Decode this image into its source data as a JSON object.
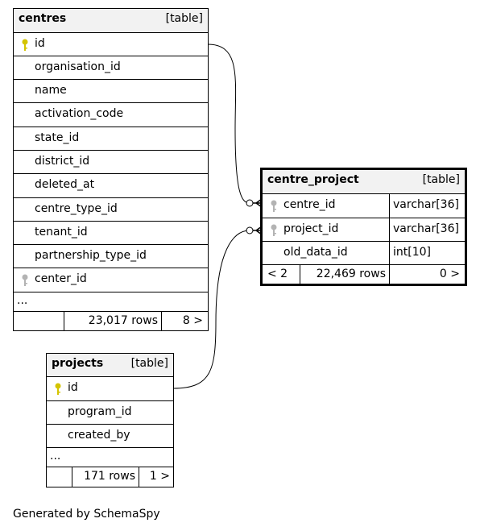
{
  "tables": {
    "centres": {
      "name": "centres",
      "type_label": "[table]",
      "columns": [
        {
          "name": "id",
          "key": "primary"
        },
        {
          "name": "organisation_id",
          "key": ""
        },
        {
          "name": "name",
          "key": ""
        },
        {
          "name": "activation_code",
          "key": ""
        },
        {
          "name": "state_id",
          "key": ""
        },
        {
          "name": "district_id",
          "key": ""
        },
        {
          "name": "deleted_at",
          "key": ""
        },
        {
          "name": "centre_type_id",
          "key": ""
        },
        {
          "name": "tenant_id",
          "key": ""
        },
        {
          "name": "partnership_type_id",
          "key": ""
        },
        {
          "name": "center_id",
          "key": "foreign"
        }
      ],
      "more": "...",
      "rows": "23,017 rows",
      "children": "8 >"
    },
    "centre_project": {
      "name": "centre_project",
      "type_label": "[table]",
      "columns": [
        {
          "name": "centre_id",
          "type": "varchar[36]",
          "key": "foreign"
        },
        {
          "name": "project_id",
          "type": "varchar[36]",
          "key": "foreign"
        },
        {
          "name": "old_data_id",
          "type": "int[10]",
          "key": ""
        }
      ],
      "parents": "< 2",
      "rows": "22,469 rows",
      "children": "0 >"
    },
    "projects": {
      "name": "projects",
      "type_label": "[table]",
      "columns": [
        {
          "name": "id",
          "key": "primary"
        },
        {
          "name": "program_id",
          "key": ""
        },
        {
          "name": "created_by",
          "key": ""
        }
      ],
      "more": "...",
      "rows": "171 rows",
      "children": "1 >"
    }
  },
  "relationships": [
    {
      "from": "centres.id",
      "to": "centre_project.centre_id"
    },
    {
      "from": "projects.id",
      "to": "centre_project.project_id"
    }
  ],
  "colors": {
    "primary_key": "#d4c400",
    "foreign_key": "#b3b3b3",
    "header_bg": "#f2f2f2"
  },
  "footer": "Generated by SchemaSpy"
}
